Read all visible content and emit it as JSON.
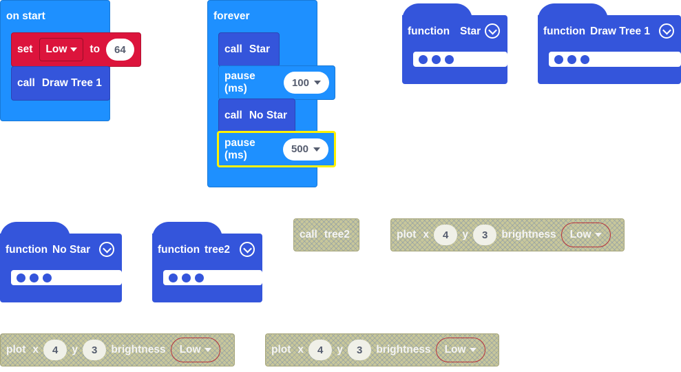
{
  "on_start": {
    "label": "on start",
    "set_block": {
      "keyword": "set",
      "variable": "Low",
      "to_word": "to",
      "value": "64"
    },
    "call_block": {
      "keyword": "call",
      "target": "Draw Tree 1"
    }
  },
  "forever": {
    "label": "forever",
    "blocks": [
      {
        "keyword": "call",
        "target": "Star"
      },
      {
        "keyword": "pause (ms)",
        "value": "100"
      },
      {
        "keyword": "call",
        "target": "No Star"
      },
      {
        "keyword": "pause (ms)",
        "value": "500"
      }
    ]
  },
  "functions": [
    {
      "keyword": "function",
      "name": "Star"
    },
    {
      "keyword": "function",
      "name": "Draw Tree 1"
    },
    {
      "keyword": "function",
      "name": "No Star"
    },
    {
      "keyword": "function",
      "name": "tree2"
    }
  ],
  "disabled_call": {
    "keyword": "call",
    "target": "tree2"
  },
  "plot_blocks": [
    {
      "keyword": "plot",
      "x_label": "x",
      "x": "4",
      "y_label": "y",
      "y": "3",
      "brightness_label": "brightness",
      "brightness": "Low"
    },
    {
      "keyword": "plot",
      "x_label": "x",
      "x": "4",
      "y_label": "y",
      "y": "3",
      "brightness_label": "brightness",
      "brightness": "Low"
    },
    {
      "keyword": "plot",
      "x_label": "x",
      "x": "4",
      "y_label": "y",
      "y": "3",
      "brightness_label": "brightness",
      "brightness": "Low"
    }
  ],
  "colors": {
    "event_blue": "#1e90ff",
    "function_navy": "#3455db",
    "variable_red": "#dc143c",
    "selected_outline": "#fff200",
    "disabled_khaki": "#c8c79a"
  }
}
